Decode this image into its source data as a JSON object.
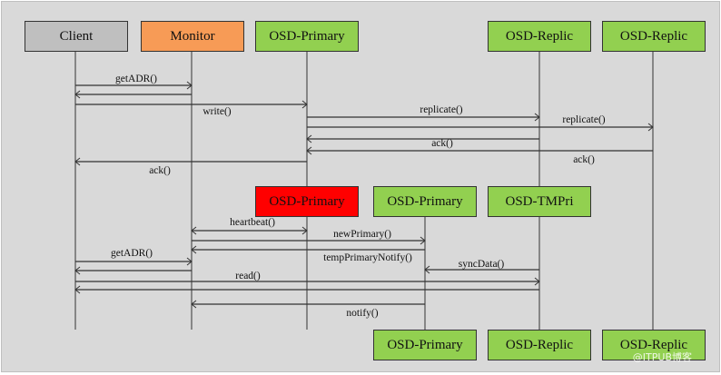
{
  "colors": {
    "gray": "#bfbfbf",
    "orange": "#f79b56",
    "green": "#92d050",
    "red": "#ff0000",
    "line": "#333333",
    "background": "#d9d9d9"
  },
  "participants": [
    {
      "id": "client",
      "label": "Client",
      "color": "gray"
    },
    {
      "id": "monitor",
      "label": "Monitor",
      "color": "orange"
    },
    {
      "id": "osd_primary",
      "label": "OSD-Primary",
      "color": "green"
    },
    {
      "id": "osd_replic_1",
      "label": "OSD-Replic",
      "color": "green"
    },
    {
      "id": "osd_replic_2",
      "label": "OSD-Replic",
      "color": "green"
    }
  ],
  "mid_participants": [
    {
      "id": "osd_primary_failed",
      "label": "OSD-Primary",
      "color": "red"
    },
    {
      "id": "osd_primary_new",
      "label": "OSD-Primary",
      "color": "green"
    },
    {
      "id": "osd_tmpri",
      "label": "OSD-TMPri",
      "color": "green"
    }
  ],
  "end_participants": [
    {
      "id": "osd_primary_end",
      "label": "OSD-Primary",
      "color": "green"
    },
    {
      "id": "osd_replic_end_1",
      "label": "OSD-Replic",
      "color": "green"
    },
    {
      "id": "osd_replic_end_2",
      "label": "OSD-Replic",
      "color": "green"
    }
  ],
  "messages": [
    {
      "label": "getADR()",
      "from": "client",
      "to": "monitor",
      "direction": "forward"
    },
    {
      "label": "",
      "from": "monitor",
      "to": "client",
      "direction": "return"
    },
    {
      "label": "write()",
      "from": "client",
      "to": "osd_primary",
      "direction": "forward"
    },
    {
      "label": "replicate()",
      "from": "osd_primary",
      "to": "osd_replic_1",
      "direction": "forward"
    },
    {
      "label": "replicate()",
      "from": "osd_primary",
      "to": "osd_replic_2",
      "direction": "forward"
    },
    {
      "label": "ack()",
      "from": "osd_replic_1",
      "to": "osd_primary",
      "direction": "return"
    },
    {
      "label": "ack()",
      "from": "osd_replic_2",
      "to": "osd_primary",
      "direction": "return"
    },
    {
      "label": "ack()",
      "from": "osd_primary",
      "to": "client",
      "direction": "return"
    },
    {
      "label": "heartbeat()",
      "from": "monitor",
      "to": "osd_primary_failed",
      "direction": "both"
    },
    {
      "label": "newPrimary()",
      "from": "monitor",
      "to": "osd_primary_new",
      "direction": "forward"
    },
    {
      "label": "tempPrimaryNotify()",
      "from": "osd_primary_new",
      "to": "monitor",
      "direction": "return"
    },
    {
      "label": "getADR()",
      "from": "client",
      "to": "monitor",
      "direction": "forward"
    },
    {
      "label": "",
      "from": "monitor",
      "to": "client",
      "direction": "return"
    },
    {
      "label": "syncData()",
      "from": "osd_tmpri",
      "to": "osd_primary_new",
      "direction": "return"
    },
    {
      "label": "read()",
      "from": "client",
      "to": "osd_tmpri",
      "direction": "forward"
    },
    {
      "label": "",
      "from": "osd_tmpri",
      "to": "client",
      "direction": "return"
    },
    {
      "label": "notify()",
      "from": "osd_primary_new",
      "to": "monitor",
      "direction": "return"
    }
  ],
  "watermark": "@ITPUB博客"
}
